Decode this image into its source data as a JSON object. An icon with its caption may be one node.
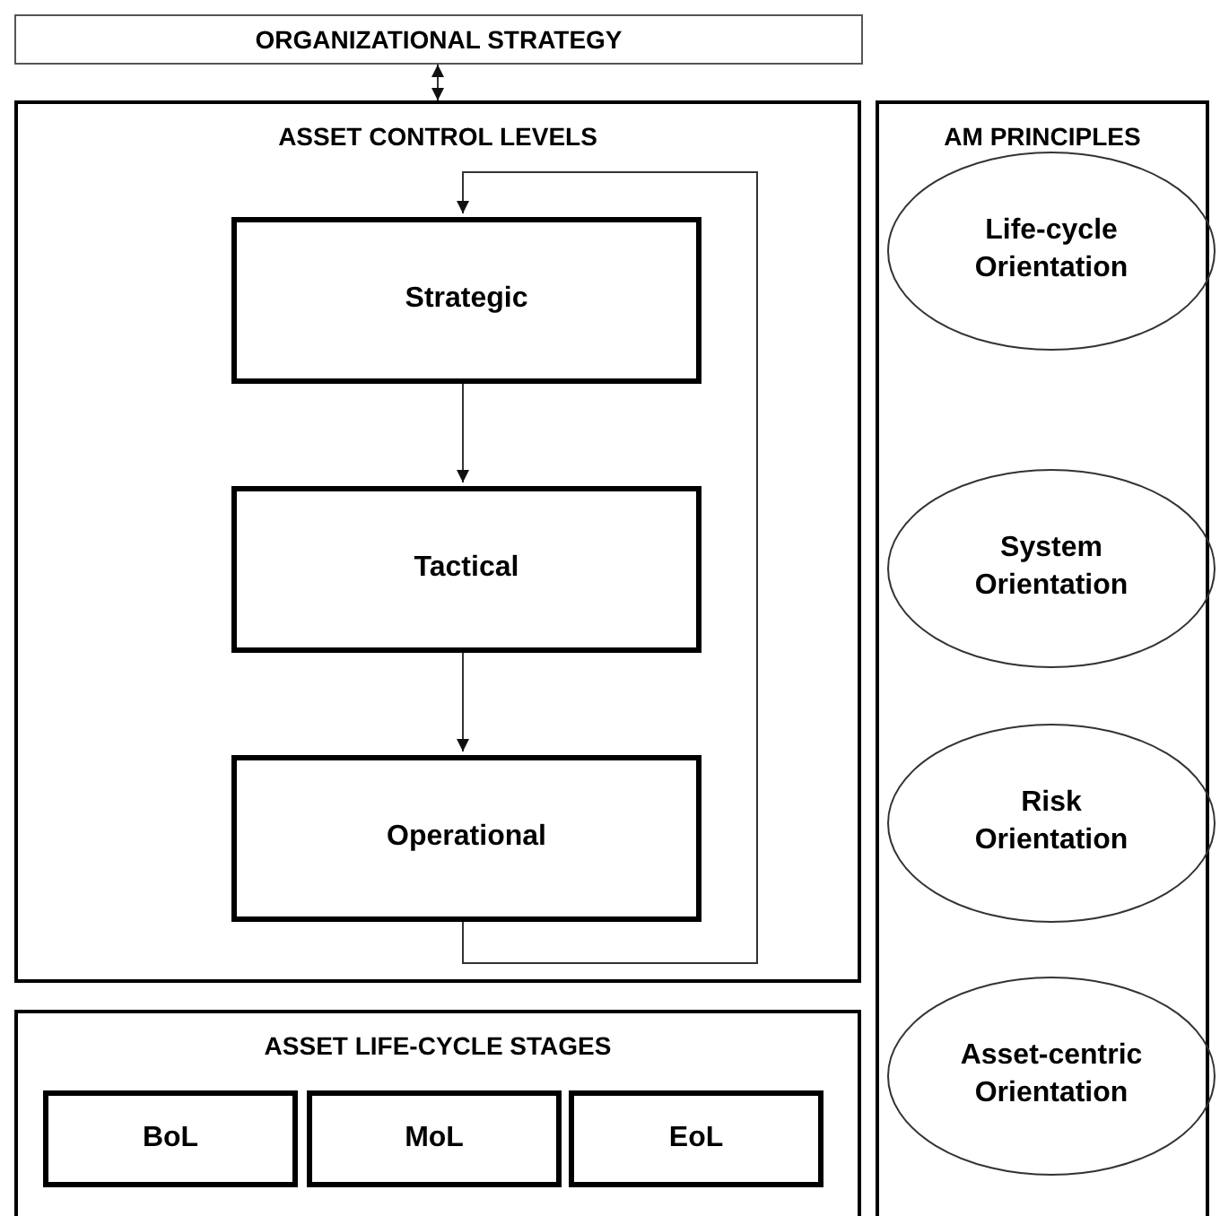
{
  "diagram": {
    "nodes": [
      {
        "text": [
          "ORGANIZATIONAL STRATEGY"
        ]
      },
      {
        "text": [
          "ASSET CONTROL LEVELS"
        ]
      },
      {
        "text": [
          "Strategic"
        ],
        "in": 1
      },
      {
        "text": [
          "Tactical"
        ],
        "in": 1
      },
      {
        "text": [
          "Operational"
        ],
        "in": 1
      },
      {
        "text": [
          "AM PRINCIPLES"
        ]
      },
      {
        "text": [
          "Life-cycle Orientation"
        ],
        "in": 5
      },
      {
        "text": [
          "System Orientation"
        ],
        "in": 5
      },
      {
        "text": [
          "Risk Orientation"
        ],
        "in": 5
      },
      {
        "text": [
          "Asset-centric Orientation"
        ],
        "in": 5
      },
      {
        "text": [
          "ASSET LIFE-CYCLE STAGES"
        ]
      },
      {
        "text": [
          "BoL"
        ],
        "in": 10
      },
      {
        "text": [
          "MoL"
        ],
        "in": 10
      },
      {
        "text": [
          "EoL"
        ],
        "in": 10
      }
    ],
    "edges": [
      {
        "from": 0,
        "to": 1,
        "arrow": "both"
      },
      {
        "from": 2,
        "to": 3,
        "arrow": "to"
      },
      {
        "from": 3,
        "to": 4,
        "arrow": "to"
      },
      {
        "from": 4,
        "to": 2,
        "arrow": "to"
      }
    ]
  }
}
